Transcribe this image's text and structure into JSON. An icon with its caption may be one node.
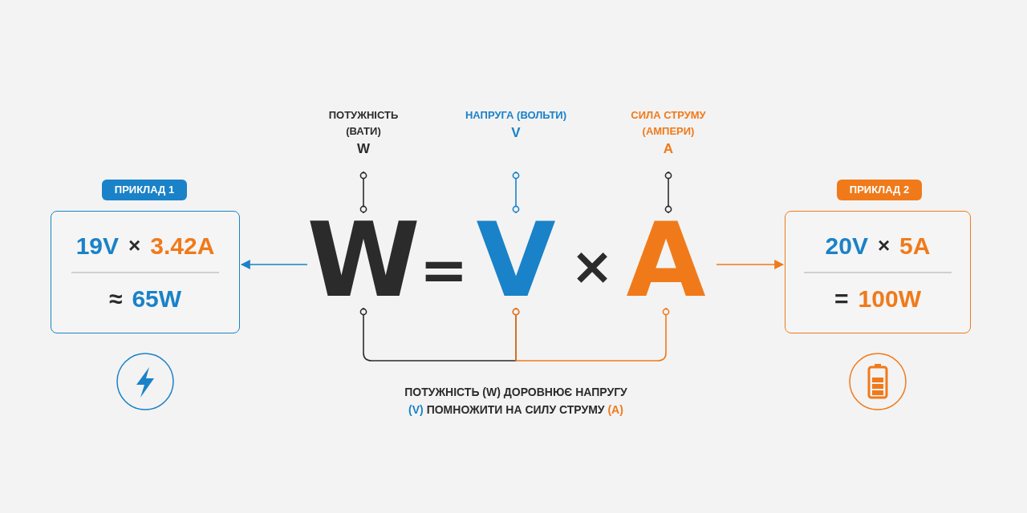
{
  "diagram": {
    "nodes": [
      {
        "text": [
          "ПРИКЛАД 1"
        ]
      },
      {
        "text": [
          "19V",
          "×",
          "3.42A",
          "≈",
          "65W"
        ]
      },
      {
        "text": [
          "ПОТУЖНІСТЬ (ВАТИ)",
          "W"
        ]
      },
      {
        "text": [
          "НАПРУГА (ВОЛЬТИ)",
          "V"
        ]
      },
      {
        "text": [
          "СИЛА СТРУМУ (АМПЕРИ)",
          "A"
        ]
      },
      {
        "text": [
          "W"
        ]
      },
      {
        "text": [
          "V"
        ]
      },
      {
        "text": [
          "A"
        ]
      },
      {
        "text": [
          "ПРИКЛАД 2"
        ]
      },
      {
        "text": [
          "20V",
          "×",
          "5A",
          "=",
          "100W"
        ]
      }
    ],
    "edges": [
      {
        "from": 2,
        "to": 5,
        "arrow": "other",
        "color": "#2b2b2b"
      },
      {
        "from": 3,
        "to": 6,
        "arrow": "other",
        "color": "#1a82c8"
      },
      {
        "from": 4,
        "to": 7,
        "arrow": "other",
        "color": "#2b2b2b"
      },
      {
        "from": 5,
        "to": 1,
        "arrow": "to",
        "color": "#1a82c8"
      },
      {
        "from": 7,
        "to": 9,
        "arrow": "to",
        "color": "#f07a1a"
      },
      {
        "from": 5,
        "to": 6,
        "arrow": "other",
        "color": "#2b2b2b"
      },
      {
        "from": 6,
        "to": 7,
        "arrow": "other",
        "color": "#f07a1a"
      }
    ],
    "labels": [
      "=",
      "×",
      "ПОТУЖНІСТЬ (W) ДОРОВНЮЄ НАПРУГУ",
      "(V)",
      "ПОМНОЖИТИ НА СИЛУ СТРУМУ",
      "(A)"
    ]
  }
}
